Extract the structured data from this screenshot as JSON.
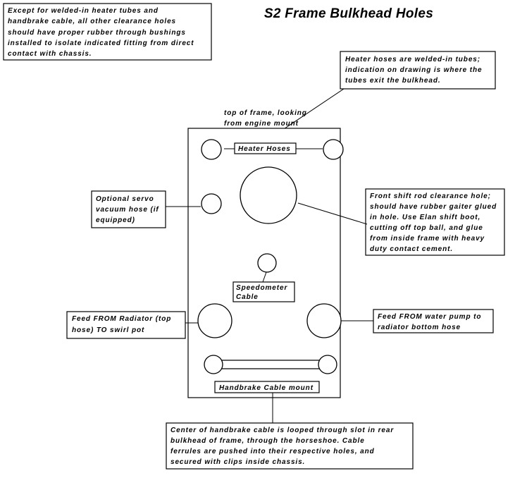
{
  "title": "S2 Frame Bulkhead Holes",
  "general_note": [
    "Except for welded-in heater tubes and",
    "handbrake cable, all other clearance holes",
    "should have proper rubber through bushings",
    "installed to isolate indicated fitting from direct",
    "contact with chassis."
  ],
  "heater_note": [
    "Heater hoses are welded-in tubes;",
    "indication on drawing is where the",
    "tubes exit the bulkhead."
  ],
  "view_label": [
    "top of frame, looking",
    "from engine mount"
  ],
  "heater_label": "Heater Hoses",
  "servo_note": [
    "Optional servo",
    "vacuum hose (if",
    "equipped)"
  ],
  "shift_note": [
    "Front shift rod clearance hole;",
    "should have rubber gaiter glued",
    "in hole.  Use Elan shift boot,",
    "cutting off top ball, and glue",
    "from inside frame with heavy",
    "duty contact cement."
  ],
  "speedo_label": [
    "Speedometer",
    "Cable"
  ],
  "radiator_note": [
    "Feed FROM Radiator (top",
    "hose) TO swirl pot"
  ],
  "pump_note": [
    "Feed FROM water pump to",
    "radiator bottom hose"
  ],
  "handbrake_label": "Handbrake Cable mount",
  "handbrake_note": [
    "Center of handbrake cable is looped through slot in rear",
    "bulkhead of frame, through the horseshoe.  Cable",
    "ferrules are pushed into their respective holes, and",
    "secured with clips inside chassis."
  ]
}
